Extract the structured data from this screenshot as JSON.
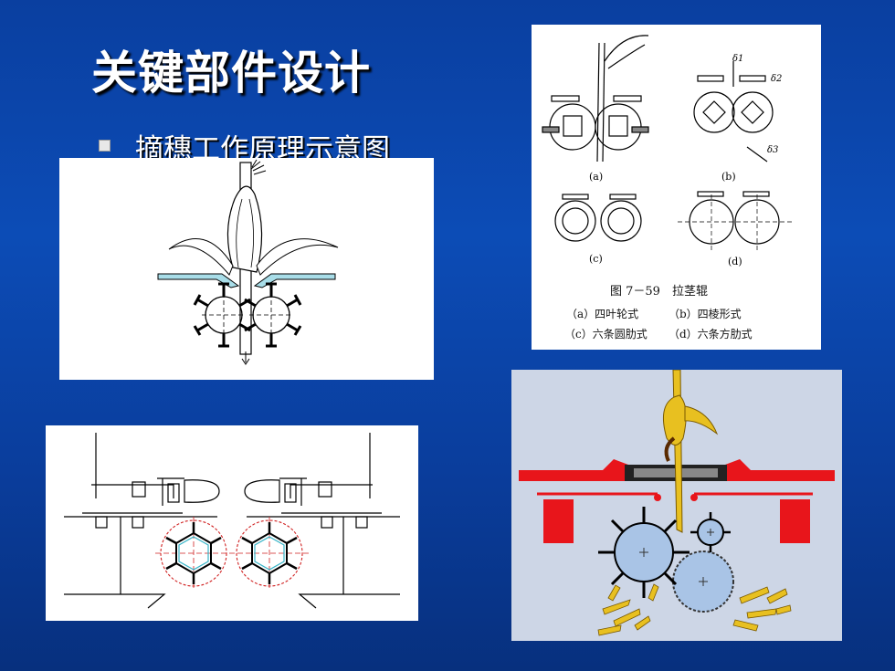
{
  "slide": {
    "title": "关键部件设计",
    "bullet": "摘穗工作原理示意图"
  },
  "figure_7_59": {
    "sub_labels": [
      "(a)",
      "(b)",
      "(c)",
      "(d)"
    ],
    "delta_labels": [
      "δ1",
      "δ2",
      "δ3"
    ],
    "caption": "图 7－59　拉茎辊",
    "legend_line1_a": "（a）四叶轮式",
    "legend_line1_b": "（b）四棱形式",
    "legend_line2_a": "（c）六条圆肋式",
    "legend_line2_b": "（d）六条方肋式"
  },
  "colors": {
    "background": "#0c4cb6",
    "red_plate": "#e8151b",
    "roller_blue": "#a9c4e6",
    "stalk_yellow": "#e8c020",
    "guide_plate": "#a8dde8"
  }
}
